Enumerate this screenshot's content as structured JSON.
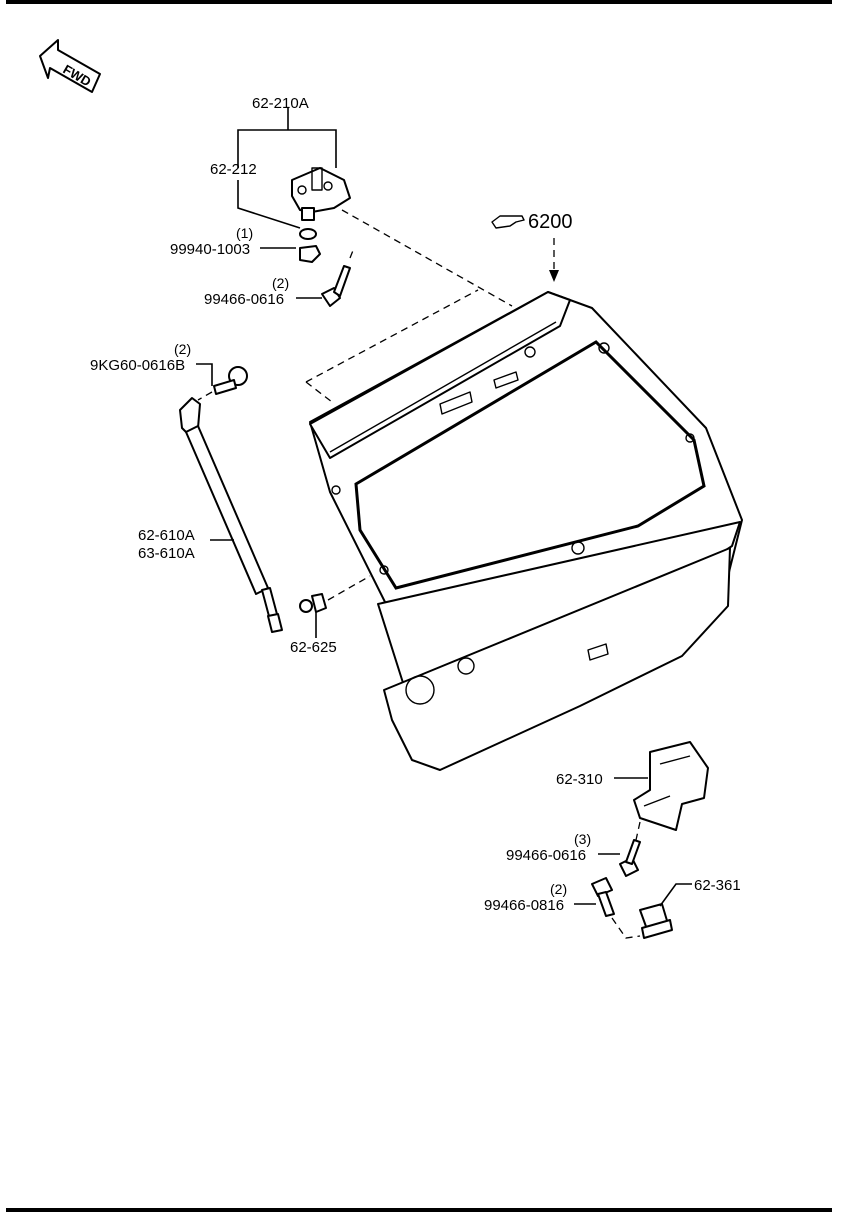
{
  "fwd_label": "FWD",
  "main_assembly": {
    "ref": "6200"
  },
  "callouts": [
    {
      "id": "hinge",
      "part": "62-210A"
    },
    {
      "id": "hinge-sub",
      "part": "62-212"
    },
    {
      "id": "washer",
      "qty": "(1)",
      "part": "99940-1003"
    },
    {
      "id": "hinge-bolt",
      "qty": "(2)",
      "part": "99466-0616"
    },
    {
      "id": "stay-bolt",
      "qty": "(2)",
      "part": "9KG60-0616B"
    },
    {
      "id": "stay-lh",
      "part": "62-610A"
    },
    {
      "id": "stay-rh",
      "part": "63-610A"
    },
    {
      "id": "ball-stud",
      "part": "62-625"
    },
    {
      "id": "latch",
      "part": "62-310"
    },
    {
      "id": "latch-bolt",
      "qty": "(3)",
      "part": "99466-0616"
    },
    {
      "id": "striker-bolt",
      "qty": "(2)",
      "part": "99466-0816"
    },
    {
      "id": "striker",
      "part": "62-361"
    }
  ]
}
